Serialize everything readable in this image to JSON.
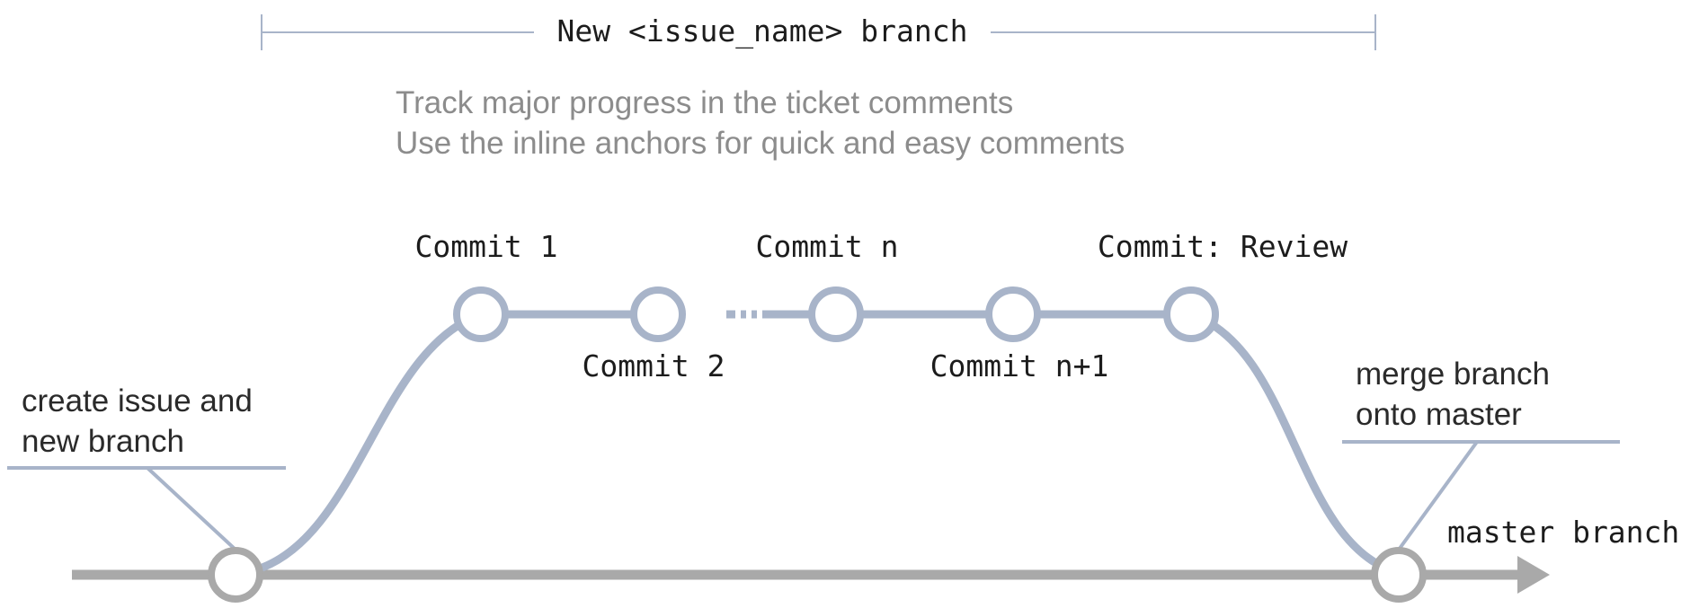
{
  "branch_span": {
    "label": "New <issue_name> branch"
  },
  "notes": {
    "line1": "Track major progress in the ticket comments",
    "line2": "Use the inline anchors for quick and easy comments"
  },
  "commits": {
    "c1": "Commit 1",
    "c2": "Commit 2",
    "cn": "Commit n",
    "cn1": "Commit n+1",
    "review": "Commit: Review"
  },
  "callouts": {
    "create_line1": "create issue and",
    "create_line2": "new branch",
    "merge_line1": "merge branch",
    "merge_line2": "onto master"
  },
  "master": {
    "label": "master branch"
  },
  "colors": {
    "feature_branch": "#a8b4c9",
    "master_branch": "#a9a9a9",
    "mono_text": "#1c1c1c",
    "sans_text": "#2a2a2a",
    "note_text": "#8c8c8c"
  }
}
